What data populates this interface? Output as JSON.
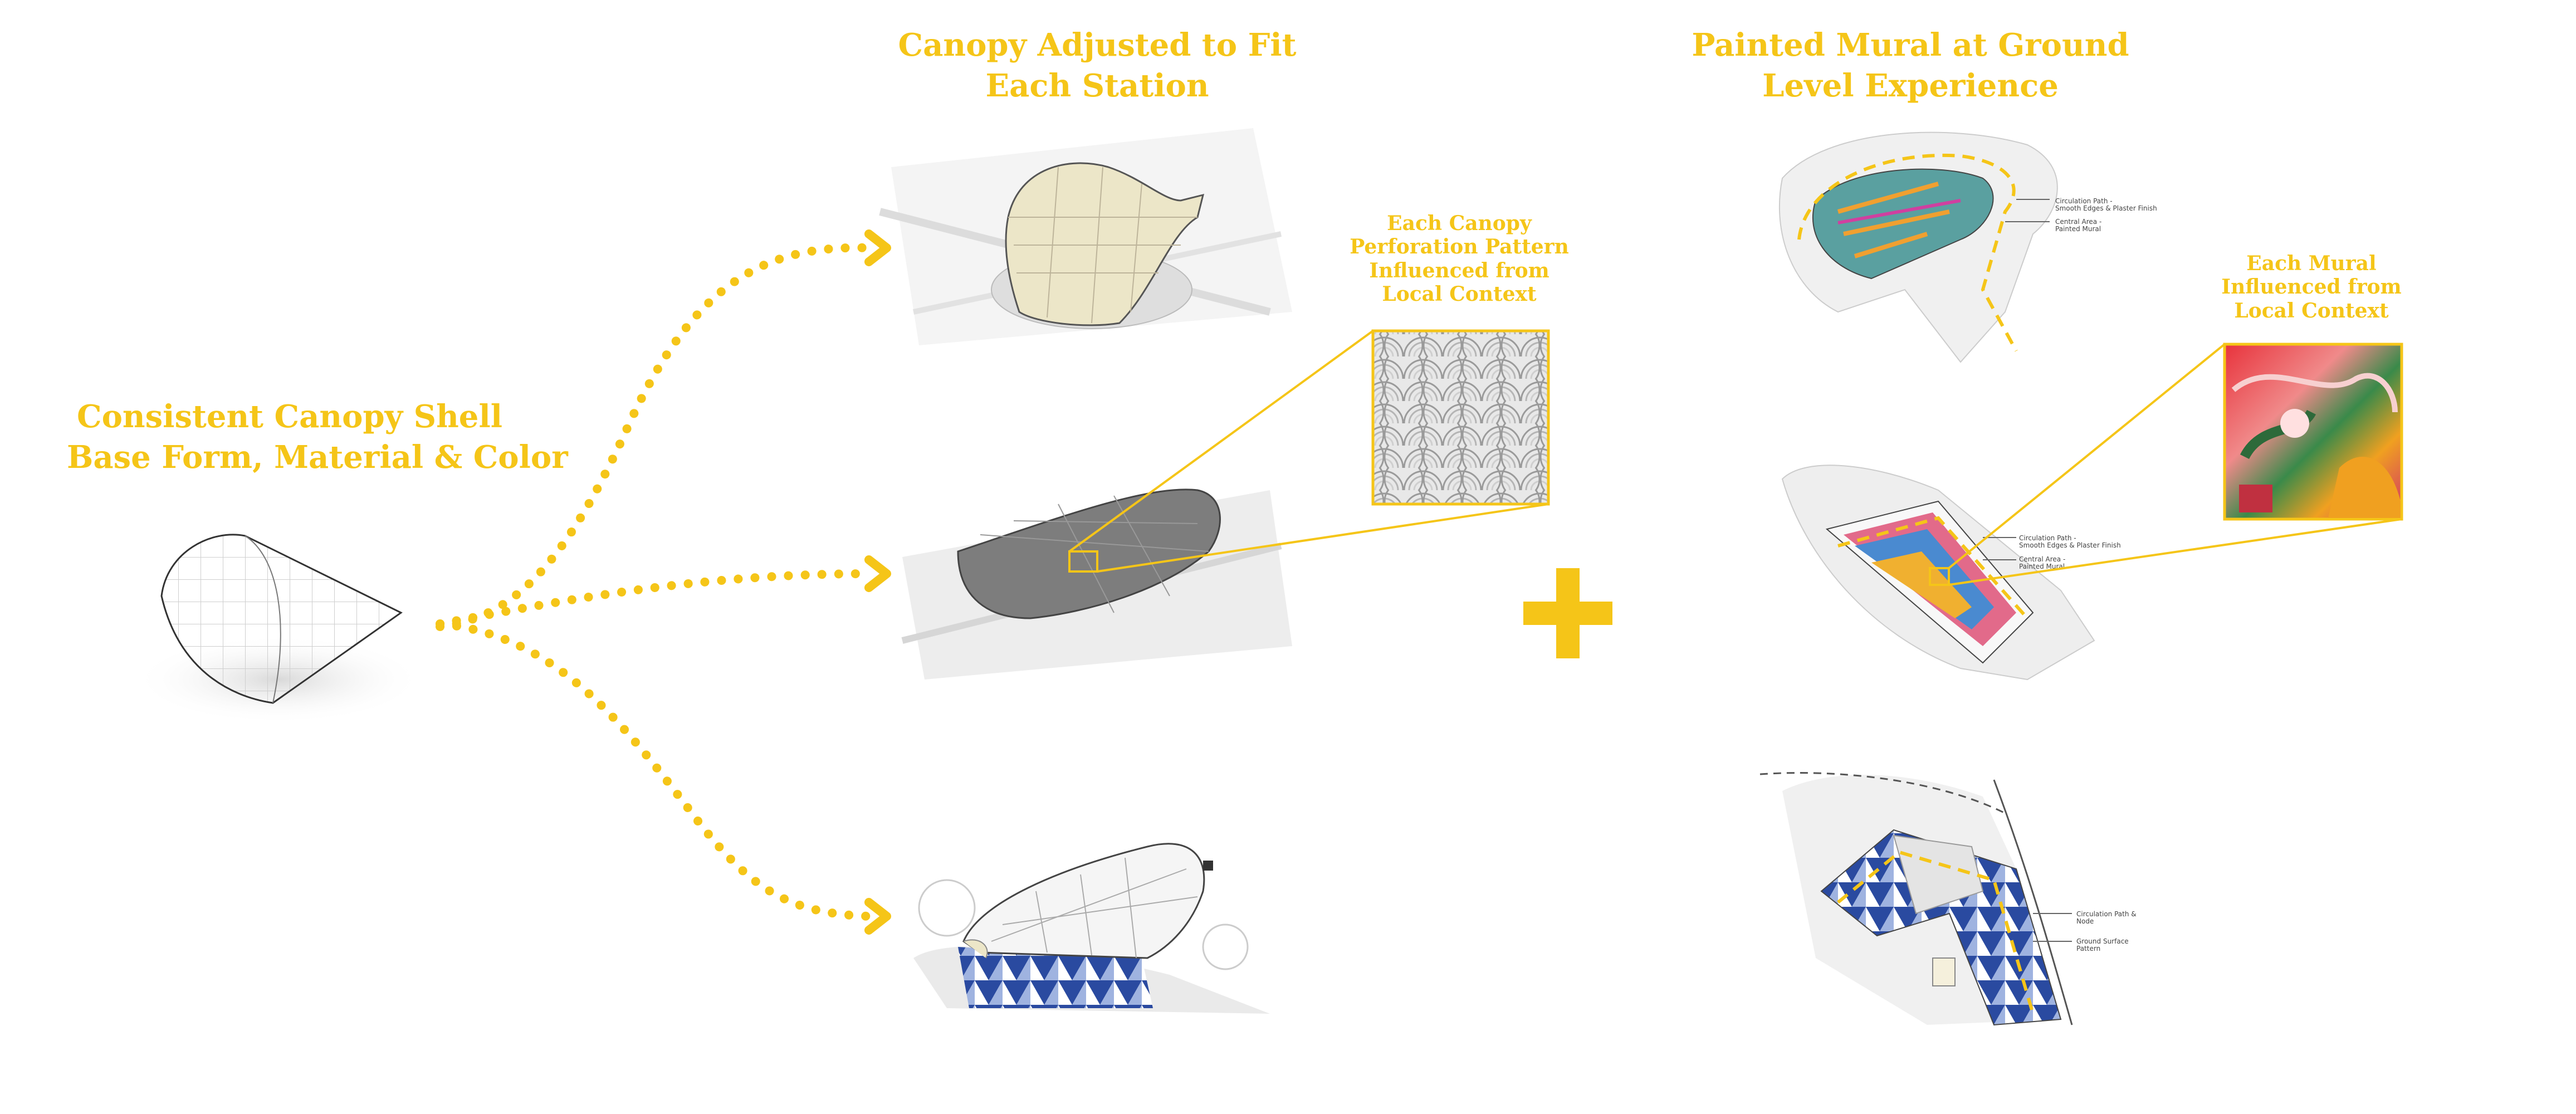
{
  "titles": {
    "base_shell": [
      "Consistent Canopy Shell",
      "Base Form, Material & Color"
    ],
    "canopy_adjusted": [
      "Canopy Adjusted to Fit",
      "Each Station"
    ],
    "perforation": [
      "Each Canopy",
      "Perforation Pattern",
      "Influenced from",
      "Local Context"
    ],
    "mural": [
      "Painted Mural at Ground",
      "Level Experience"
    ],
    "mural_context": [
      "Each Mural",
      "Influenced from",
      "Local Context"
    ]
  },
  "callouts": {
    "station1": [
      "Circulation Path -",
      "Smooth Edges & Plaster Finish",
      "Central Area -",
      "Painted Mural"
    ],
    "station2": [
      "Circulation Path -",
      "Smooth Edges & Plaster Finish",
      "Central Area -",
      "Painted Mural"
    ],
    "station3": [
      "Circulation Path &",
      "Node",
      "Ground Surface",
      "Pattern"
    ]
  },
  "colors": {
    "accent": "#F5C518",
    "line": "#333333",
    "pattern_gray": "#9a9a9a",
    "mural_blue": "#2a4aa0"
  },
  "icons": {
    "plus": "plus-icon",
    "arrow": "chevron-right-icon"
  }
}
